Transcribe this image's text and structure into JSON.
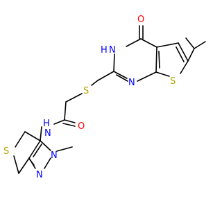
{
  "molecule": {
    "atoms": {
      "O_carbonyl_top": "O",
      "NH_pyrimidine": "H",
      "N_pyrimidine_nh": "N",
      "N_pyrimidine_bottom": "N",
      "S_thiophene": "S",
      "S_thioether": "S",
      "O_amide": "O",
      "N_amide_h": "H",
      "N_amide": "N",
      "S_thiophane": "S",
      "N_pyrazole_methyl": "N",
      "N_pyrazole_bottom": "N"
    }
  },
  "colors": {
    "oxygen": "#ff0000",
    "nitrogen": "#0000ff",
    "sulfur": "#b2a300",
    "bond": "#000000"
  }
}
